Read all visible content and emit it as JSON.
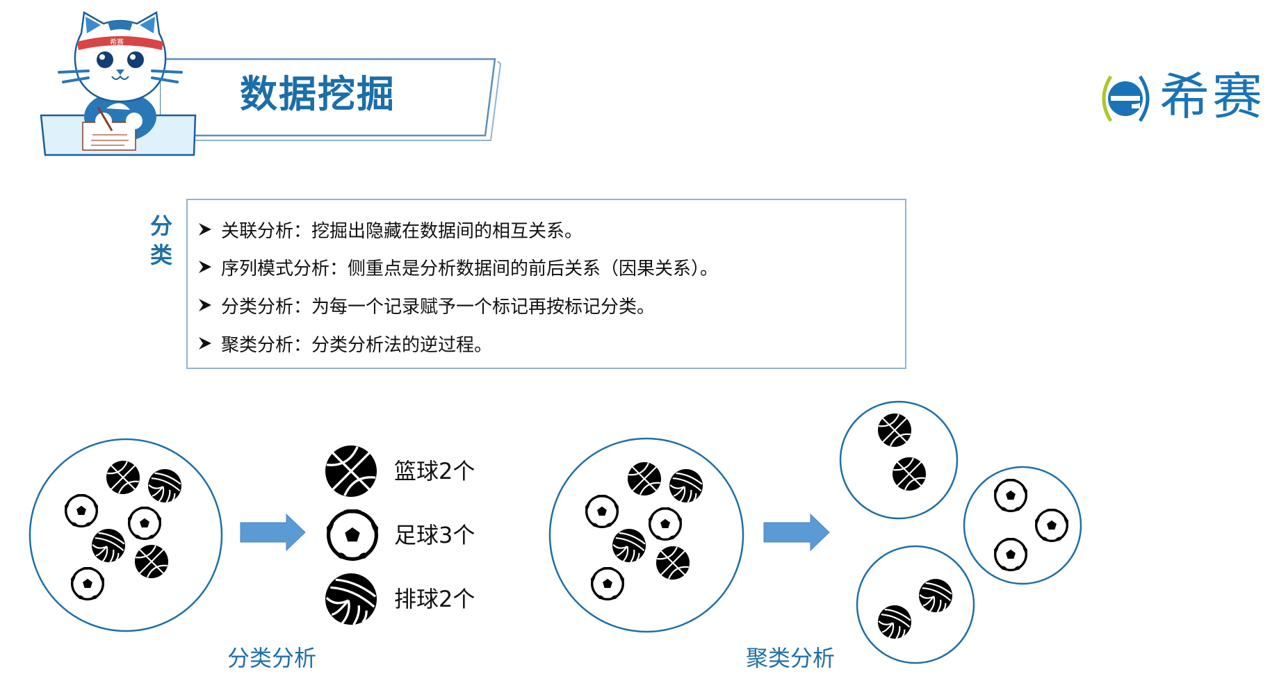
{
  "header": {
    "title": "数据挖掘",
    "mascot_badge": "希赛"
  },
  "brand": {
    "logo_text": "希赛",
    "logo_mark": "e",
    "colors": {
      "primary": "#1a73b6",
      "accent_green": "#a8c82a"
    }
  },
  "category": {
    "label_chars": [
      "分",
      "类"
    ],
    "items": [
      {
        "term": "关联分析：",
        "desc": "挖掘出隐藏在数据间的相互关系。"
      },
      {
        "term": "序列模式分析：",
        "desc": "侧重点是分析数据间的前后关系（因果关系）。"
      },
      {
        "term": "分类分析：",
        "desc": "为每一个记录赋予一个标记再按标记分类。"
      },
      {
        "term": "聚类分析：",
        "desc": "分类分析法的逆过程。"
      }
    ]
  },
  "diagram": {
    "classification": {
      "caption": "分类分析",
      "mixed_balls": [
        "basketball",
        "volleyball",
        "soccer",
        "soccer",
        "volleyball",
        "basketball",
        "soccer"
      ],
      "results": [
        {
          "ball": "basketball",
          "label": "篮球2个"
        },
        {
          "ball": "soccer",
          "label": "足球3个"
        },
        {
          "ball": "volleyball",
          "label": "排球2个"
        }
      ]
    },
    "clustering": {
      "caption": "聚类分析",
      "mixed_balls": [
        "basketball",
        "volleyball",
        "soccer",
        "soccer",
        "volleyball",
        "basketball",
        "soccer"
      ],
      "clusters": [
        {
          "name": "basketball-cluster",
          "count": 2
        },
        {
          "name": "soccer-cluster",
          "count": 3
        },
        {
          "name": "volleyball-cluster",
          "count": 2
        }
      ]
    },
    "colors": {
      "circle_stroke": "#1f6fa8",
      "arrow_fill": "#5b9bd5",
      "arrow_stroke": "#4a86c0"
    }
  }
}
